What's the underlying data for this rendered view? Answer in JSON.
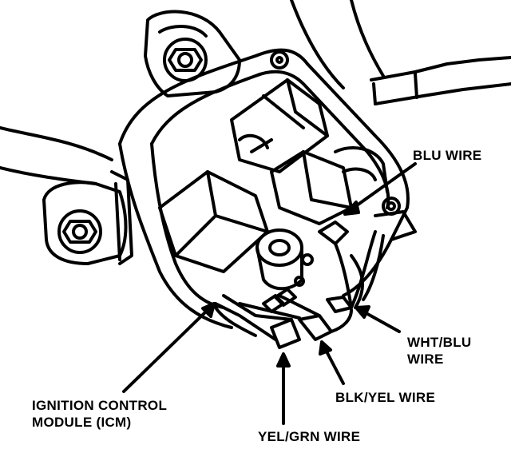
{
  "labels": {
    "blu_wire": "BLU WIRE",
    "wht_blu_wire_line1": "WHT/BLU",
    "wht_blu_wire_line2": "WIRE",
    "blk_yel_wire": "BLK/YEL WIRE",
    "icm_line1": "IGNITION CONTROL",
    "icm_line2": "MODULE (ICM)",
    "yel_grn_wire": "YEL/GRN WIRE"
  },
  "colors": {
    "ink": "#000000",
    "paper": "#ffffff"
  }
}
